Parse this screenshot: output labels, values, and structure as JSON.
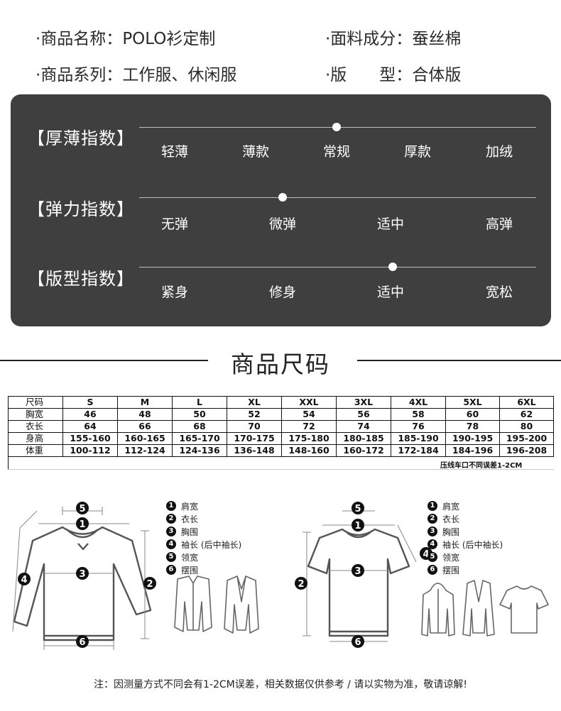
{
  "info": {
    "name_label": "·商品名称：",
    "name_value": "POLO衫定制",
    "fabric_label": "·面料成分：",
    "fabric_value": "蚕丝棉",
    "series_label": "·商品系列：",
    "series_value": "工作服、休闲服",
    "fit_label": "·版　　型：",
    "fit_value": "合体版"
  },
  "indices": [
    {
      "title": "【厚薄指数】",
      "options": [
        "轻薄",
        "薄款",
        "常规",
        "厚款",
        "加绒"
      ],
      "selected": "常规"
    },
    {
      "title": "【弹力指数】",
      "options": [
        "无弹",
        "微弹",
        "适中",
        "高弹"
      ],
      "selected": "微弹"
    },
    {
      "title": "【版型指数】",
      "options": [
        "紧身",
        "修身",
        "适中",
        "宽松"
      ],
      "selected": "适中"
    }
  ],
  "size_section": {
    "title": "商品尺码",
    "headers": [
      "尺码",
      "S",
      "M",
      "L",
      "XL",
      "XXL",
      "3XL",
      "4XL",
      "5XL",
      "6XL"
    ],
    "rows": [
      [
        "胸宽",
        "46",
        "48",
        "50",
        "52",
        "54",
        "56",
        "58",
        "60",
        "62"
      ],
      [
        "衣长",
        "64",
        "66",
        "68",
        "70",
        "72",
        "74",
        "76",
        "78",
        "80"
      ],
      [
        "身高",
        "155-160",
        "160-165",
        "165-170",
        "170-175",
        "175-180",
        "180-185",
        "185-190",
        "190-195",
        "195-200"
      ],
      [
        "体重",
        "100-112",
        "112-124",
        "124-136",
        "136-148",
        "148-160",
        "160-172",
        "172-184",
        "184-196",
        "196-208"
      ]
    ],
    "tolerance": "压线车口不同误差1-2CM"
  },
  "measure": {
    "markers": [
      "1",
      "2",
      "3",
      "4",
      "5",
      "6"
    ],
    "legend_left": [
      "肩宽",
      "衣长",
      "胸围",
      "袖长 (后中袖长)",
      "领宽",
      "摆围"
    ],
    "legend_right": [
      "肩宽",
      "衣长",
      "胸围",
      "袖长 (后中袖长)",
      "领宽",
      "摆围"
    ]
  },
  "note": "注：因测量方式不同会有1-2CM误差，相关数据仅供参考 / 请以实物为准，敬请谅解!",
  "colors": {
    "panel": "#3f3f3f",
    "text": "#1a1a1a",
    "white": "#ffffff"
  }
}
